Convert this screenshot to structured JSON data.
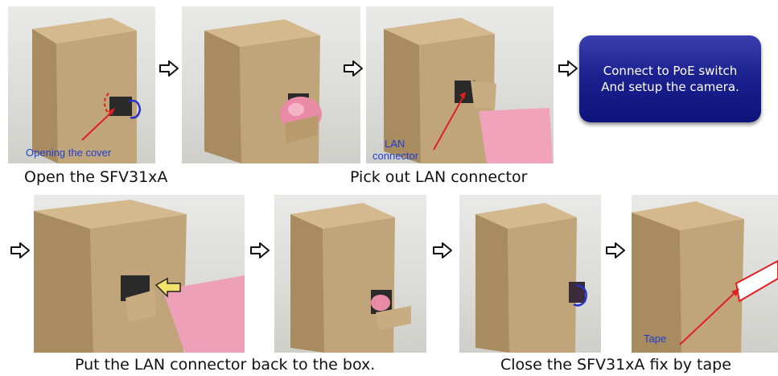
{
  "step1": {
    "caption": "Open the SFV31xA",
    "note": "Opening the cover"
  },
  "step3": {
    "note_line1": "LAN",
    "note_line2": "connector"
  },
  "row1_caption": "Pick out LAN connector",
  "poe_box": {
    "line1": "Connect to PoE switch",
    "line2": "And setup the camera."
  },
  "row2": {
    "caption_left": "Put the LAN connector back to the box.",
    "caption_right": "Close the SFV31xA fix by tape"
  },
  "step8": {
    "note": "Tape"
  },
  "colors": {
    "box": "#c1a57a",
    "box_dark": "#a88b5f",
    "note_blue": "#1f3fd0",
    "arrow_red": "#e02020",
    "wrap_pink": "#e98aa6",
    "poe_blue": "#1c2190"
  },
  "icons": {
    "step_arrow": "hollow-right-arrow-icon"
  }
}
